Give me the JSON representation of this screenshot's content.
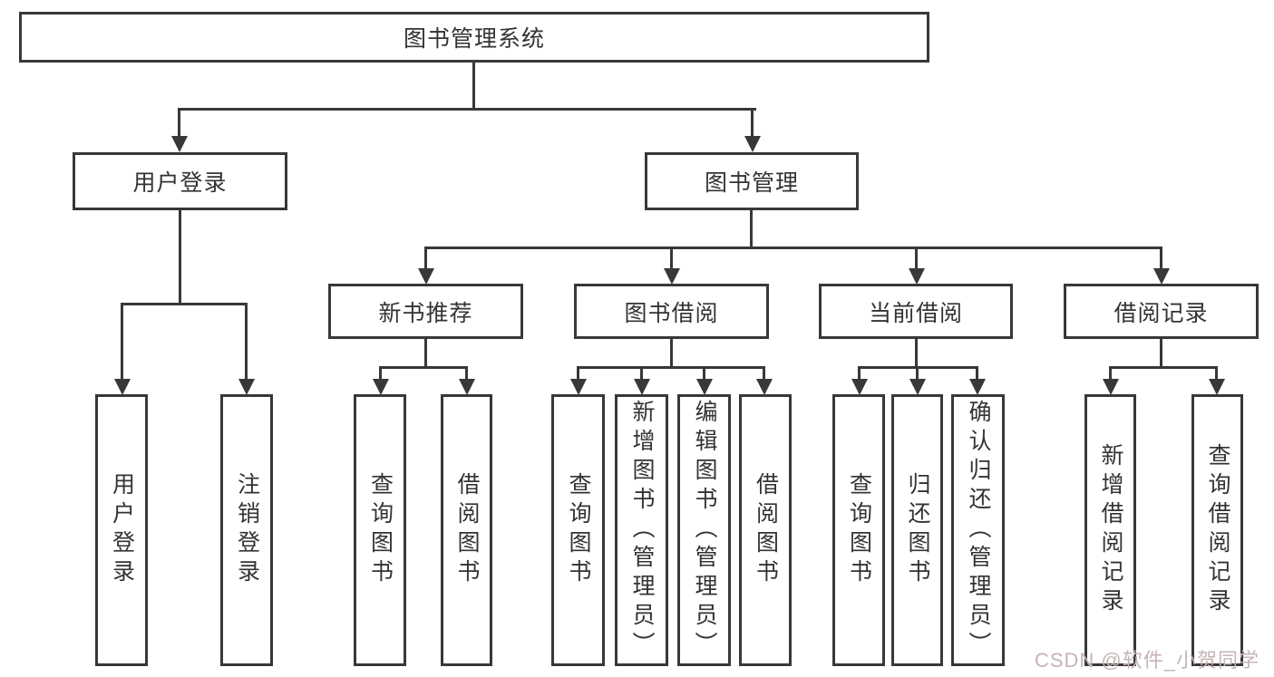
{
  "colors": {
    "line": "#383838",
    "text": "#333333",
    "watermark": "#c5b4b4",
    "background": "#ffffff"
  },
  "watermark": {
    "text": "CSDN @软件_小贺同学"
  },
  "diagram": {
    "root": {
      "label": "图书管理系统"
    },
    "user_login": {
      "label": "用户登录",
      "children": {
        "login": {
          "label": "用户登录"
        },
        "logout": {
          "label": "注销登录"
        }
      }
    },
    "book_management": {
      "label": "图书管理",
      "children": {
        "new_book": {
          "label": "新书推荐",
          "children": {
            "query": {
              "label": "查询图书"
            },
            "borrow": {
              "label": "借阅图书"
            }
          }
        },
        "book_borrow": {
          "label": "图书借阅",
          "children": {
            "query": {
              "label": "查询图书"
            },
            "add": {
              "label": "新增图书（管理员）"
            },
            "edit": {
              "label": "编辑图书（管理员）"
            },
            "borrow": {
              "label": "借阅图书"
            }
          }
        },
        "current_borrow": {
          "label": "当前借阅",
          "children": {
            "query": {
              "label": "查询图书"
            },
            "return": {
              "label": "归还图书"
            },
            "confirm": {
              "label": "确认归还（管理员）"
            }
          }
        },
        "records": {
          "label": "借阅记录",
          "children": {
            "add": {
              "label": "新增借阅记录"
            },
            "query": {
              "label": "查询借阅记录"
            }
          }
        }
      }
    }
  }
}
